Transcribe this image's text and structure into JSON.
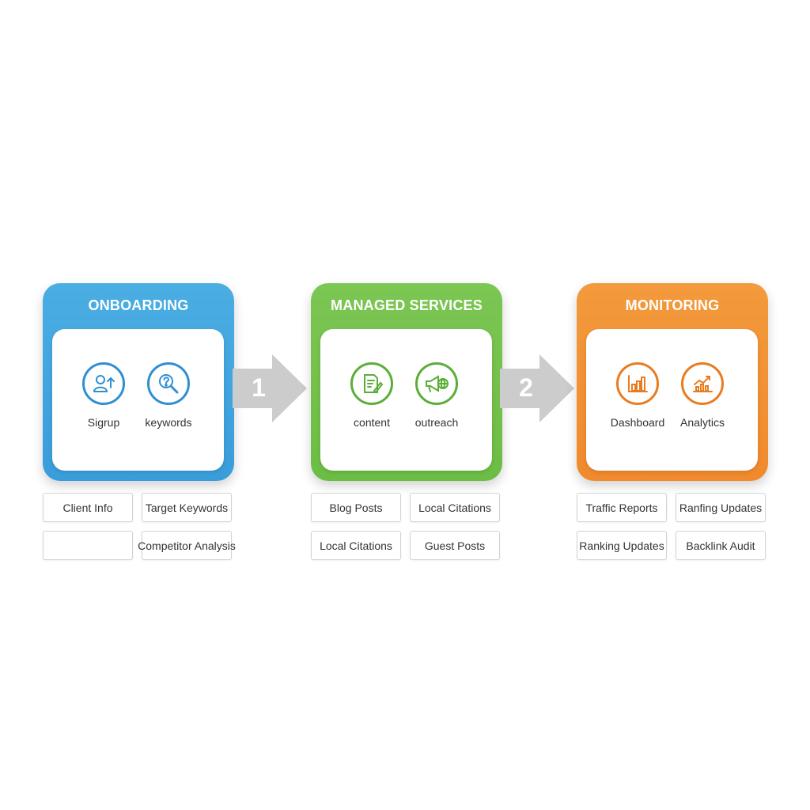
{
  "stages": [
    {
      "title": "ONBOARDING",
      "color": "#3a9ddb",
      "color_light": "#4aaee3",
      "icons": [
        {
          "name": "user-upload-icon",
          "label": "Sigrup"
        },
        {
          "name": "search-question-icon",
          "label": "keywords"
        }
      ],
      "tags": [
        "Client Info",
        "Target Keywords",
        "",
        "Competitor Analysis"
      ]
    },
    {
      "title": "MANAGED SERVICES",
      "color": "#6cbd45",
      "color_light": "#7cc653",
      "icons": [
        {
          "name": "document-edit-icon",
          "label": "content"
        },
        {
          "name": "megaphone-globe-icon",
          "label": "outreach"
        }
      ],
      "tags": [
        "Blog Posts",
        "Local Citations",
        "Local Citations",
        "Guest Posts"
      ]
    },
    {
      "title": "MONITORING",
      "color": "#f08a2c",
      "color_light": "#f39a3c",
      "icons": [
        {
          "name": "bar-chart-icon",
          "label": "Dashboard"
        },
        {
          "name": "line-chart-icon",
          "label": "Analytics"
        }
      ],
      "tags": [
        "Traffic Reports",
        "Ranfing Updates",
        "Ranking Updates",
        "Backlink Audit"
      ]
    }
  ],
  "arrows": [
    {
      "number": "1",
      "color": "#cccccc"
    },
    {
      "number": "2",
      "color": "#cccccc"
    }
  ]
}
